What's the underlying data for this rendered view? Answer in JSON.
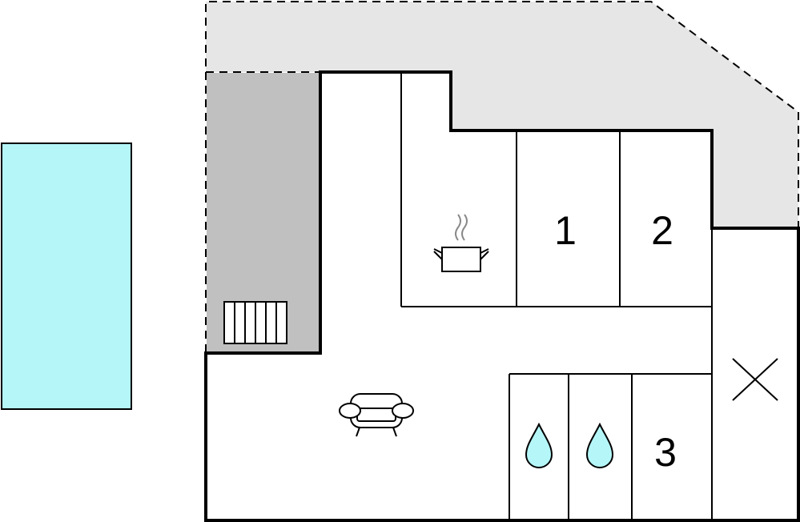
{
  "floorplan": {
    "rooms": [
      {
        "id": "bedroom-1",
        "label": "1"
      },
      {
        "id": "bedroom-2",
        "label": "2"
      },
      {
        "id": "bedroom-3",
        "label": "3"
      }
    ],
    "icons": [
      "pool",
      "terrace-covered",
      "terrace-open",
      "radiator-icon",
      "kitchen-pot-icon",
      "sofa-icon",
      "water-drop-icon",
      "water-drop-icon",
      "storage-cross-icon"
    ],
    "colors": {
      "pool": "#b5f7f9",
      "covered_terrace": "#c0c0c0",
      "open_terrace": "#e6e6e6",
      "wall": "#000000",
      "water_drop": "#b5f7f9"
    }
  }
}
